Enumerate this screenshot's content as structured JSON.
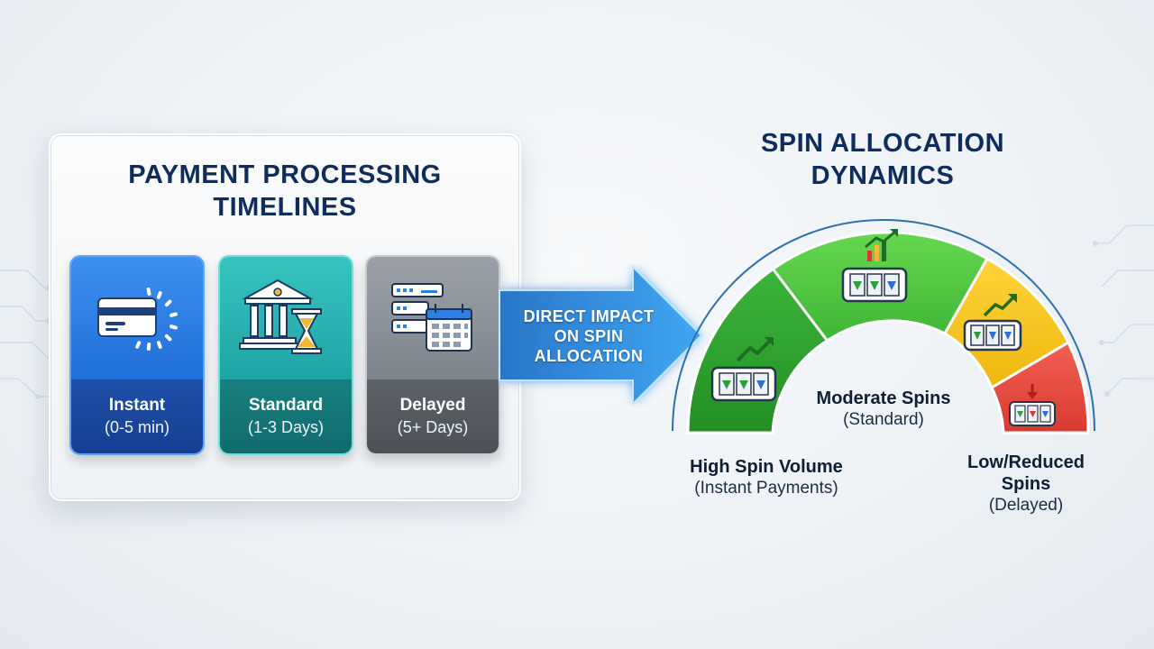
{
  "payment_panel": {
    "title": "PAYMENT PROCESSING TIMELINES",
    "cards": [
      {
        "name": "Instant",
        "time": "(0-5 min)",
        "icon": "credit-card-icon",
        "color": "#2f7fe4"
      },
      {
        "name": "Standard",
        "time": "(1-3 Days)",
        "icon": "bank-hourglass-icon",
        "color": "#27b3b1"
      },
      {
        "name": "Delayed",
        "time": "(5+ Days)",
        "icon": "server-calendar-icon",
        "color": "#8a8f96"
      }
    ]
  },
  "arrow": {
    "label_lines": [
      "DIRECT IMPACT",
      "ON SPIN",
      "ALLOCATION"
    ],
    "color": "#2e8be6"
  },
  "spin_panel": {
    "title": "SPIN ALLOCATION DYNAMICS",
    "segments": [
      {
        "bold": "High Spin Volume",
        "note": "(Instant Payments)",
        "color": "#33a532"
      },
      {
        "bold": "Moderate Spins",
        "note": "(Standard)",
        "color": "#4fc83f"
      },
      {
        "bold": "",
        "note": "",
        "color": "#f7c81f"
      },
      {
        "bold_lines": [
          "Low/Reduced",
          "Spins"
        ],
        "note": "(Delayed)",
        "color": "#e84a3f"
      }
    ]
  }
}
